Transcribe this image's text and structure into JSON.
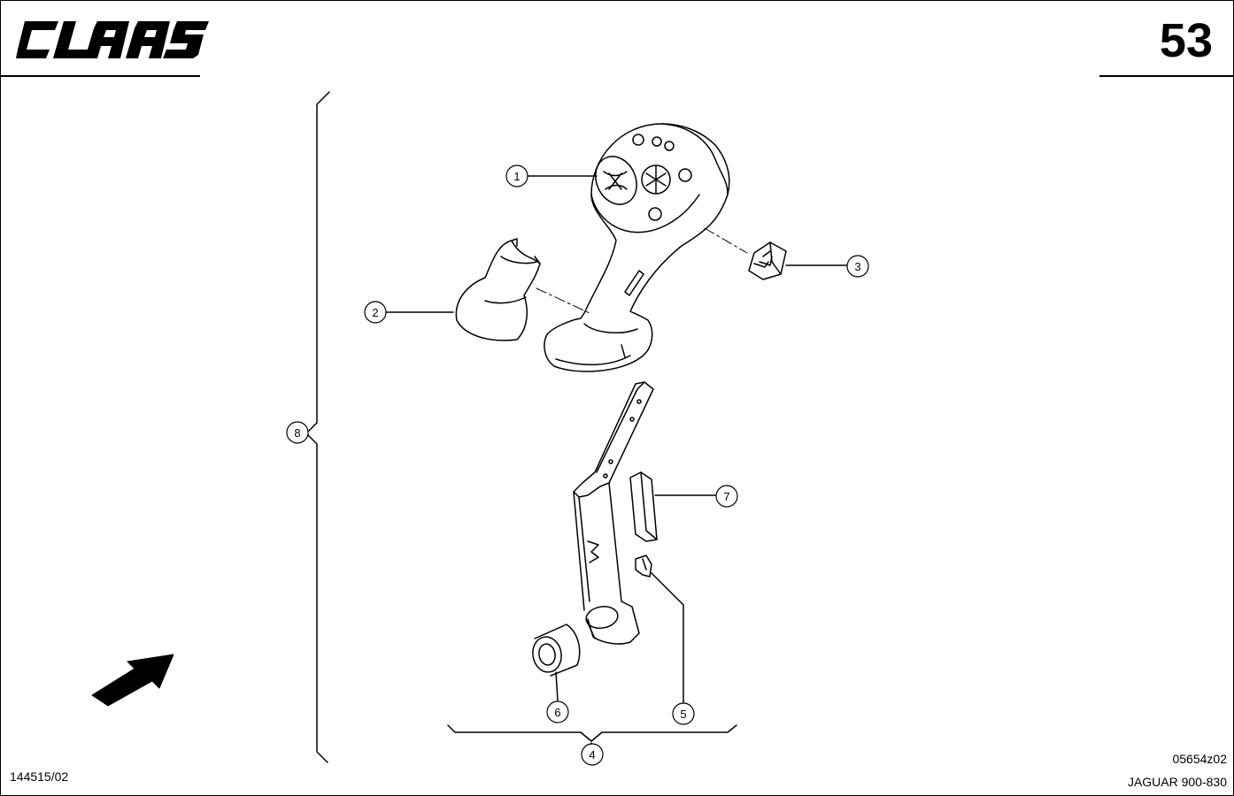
{
  "header": {
    "brand": "CLAAS",
    "page_number": "53"
  },
  "callouts": [
    {
      "label": "1",
      "part": "joystick-grip"
    },
    {
      "label": "2",
      "part": "rubber-boot"
    },
    {
      "label": "3",
      "part": "connector"
    },
    {
      "label": "4",
      "part": "lever-assembly"
    },
    {
      "label": "5",
      "part": "clip"
    },
    {
      "label": "6",
      "part": "bushing"
    },
    {
      "label": "7",
      "part": "cover-plate"
    },
    {
      "label": "8",
      "part": "complete-assembly"
    }
  ],
  "footer": {
    "left_code": "144515/02",
    "drawing_code": "05654z02",
    "model": "JAGUAR 900-830"
  },
  "colors": {
    "line": "#000000",
    "background": "#ffffff"
  },
  "icons": {
    "direction": "direction-arrow-icon"
  }
}
